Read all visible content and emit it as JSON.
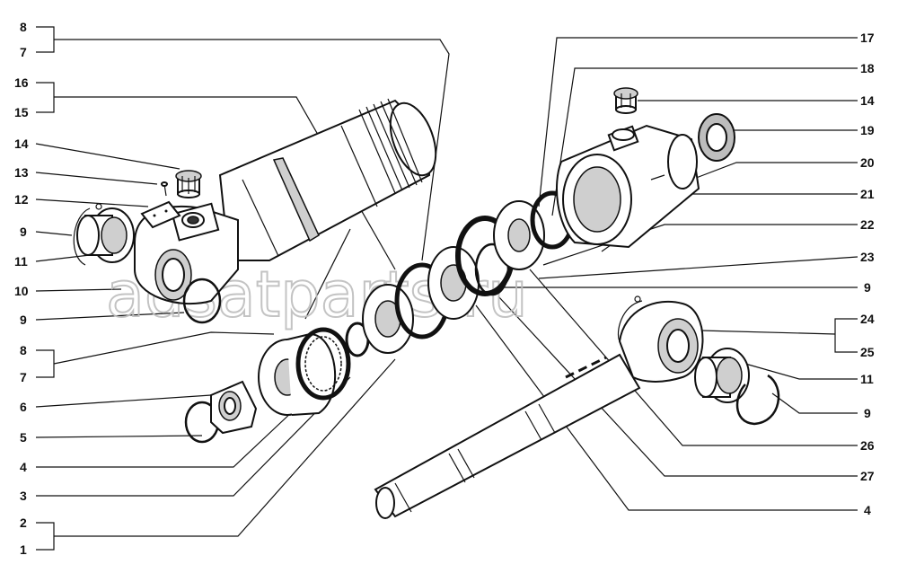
{
  "watermark": "adsatparts.ru",
  "labels_left": [
    {
      "id": "l8a",
      "text": "8"
    },
    {
      "id": "l7a",
      "text": "7"
    },
    {
      "id": "l16",
      "text": "16"
    },
    {
      "id": "l15",
      "text": "15"
    },
    {
      "id": "l14a",
      "text": "14"
    },
    {
      "id": "l13",
      "text": "13"
    },
    {
      "id": "l12",
      "text": "12"
    },
    {
      "id": "l9a",
      "text": "9"
    },
    {
      "id": "l11a",
      "text": "11"
    },
    {
      "id": "l10",
      "text": "10"
    },
    {
      "id": "l9b",
      "text": "9"
    },
    {
      "id": "l8b",
      "text": "8"
    },
    {
      "id": "l7b",
      "text": "7"
    },
    {
      "id": "l6",
      "text": "6"
    },
    {
      "id": "l5",
      "text": "5"
    },
    {
      "id": "l4a",
      "text": "4"
    },
    {
      "id": "l3",
      "text": "3"
    },
    {
      "id": "l2",
      "text": "2"
    },
    {
      "id": "l1",
      "text": "1"
    }
  ],
  "labels_right": [
    {
      "id": "r17",
      "text": "17"
    },
    {
      "id": "r18",
      "text": "18"
    },
    {
      "id": "r14",
      "text": "14"
    },
    {
      "id": "r19",
      "text": "19"
    },
    {
      "id": "r20",
      "text": "20"
    },
    {
      "id": "r21",
      "text": "21"
    },
    {
      "id": "r22",
      "text": "22"
    },
    {
      "id": "r23",
      "text": "23"
    },
    {
      "id": "r9a",
      "text": "9"
    },
    {
      "id": "r24",
      "text": "24"
    },
    {
      "id": "r25",
      "text": "25"
    },
    {
      "id": "r11",
      "text": "11"
    },
    {
      "id": "r9b",
      "text": "9"
    },
    {
      "id": "r26",
      "text": "26"
    },
    {
      "id": "r27",
      "text": "27"
    },
    {
      "id": "r4",
      "text": "4"
    }
  ]
}
